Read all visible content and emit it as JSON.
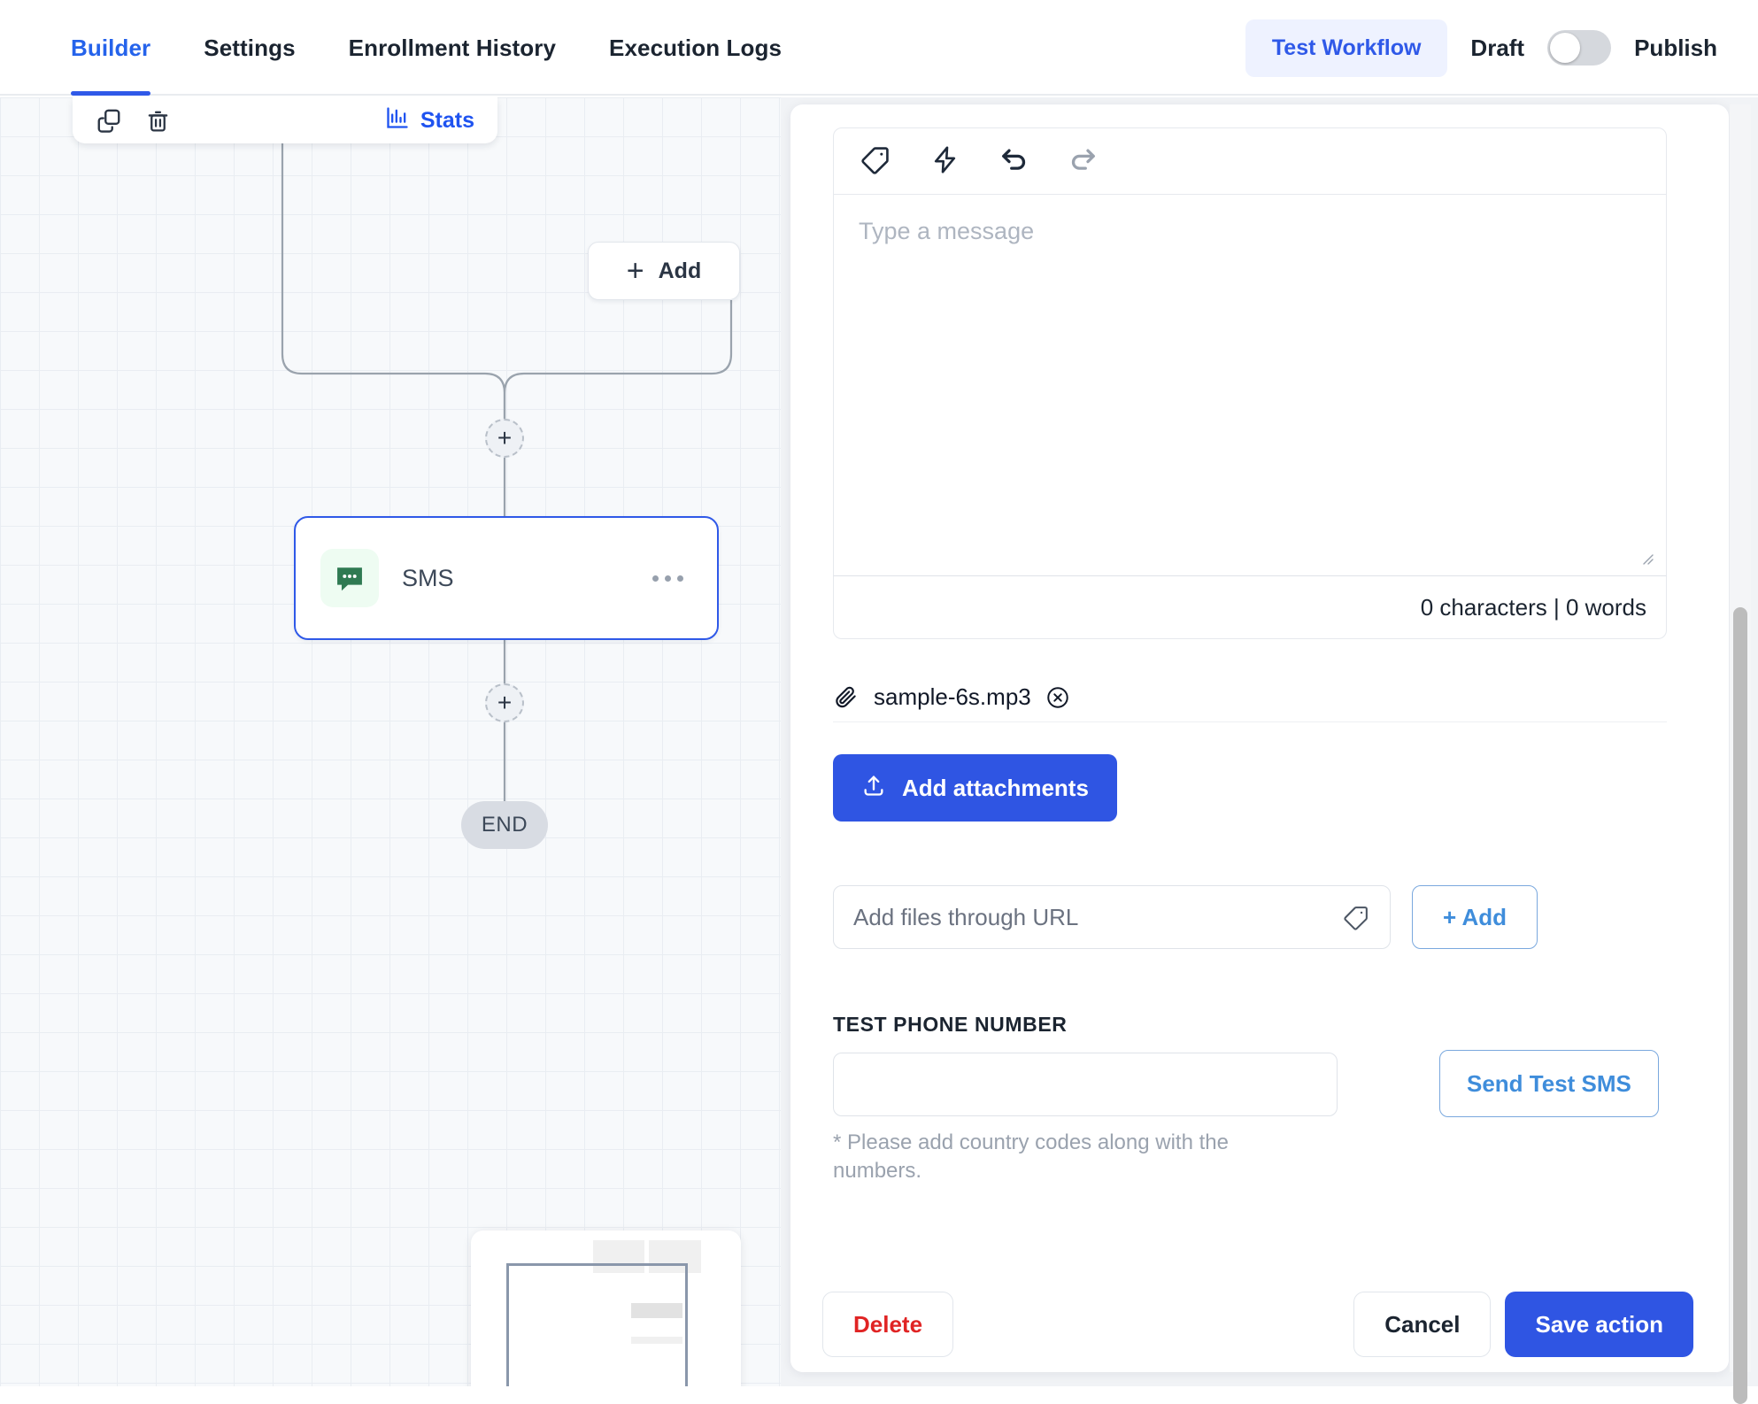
{
  "topbar": {
    "tabs": [
      {
        "label": "Builder",
        "active": true
      },
      {
        "label": "Settings",
        "active": false
      },
      {
        "label": "Enrollment History",
        "active": false
      },
      {
        "label": "Execution Logs",
        "active": false
      }
    ],
    "test_workflow_label": "Test Workflow",
    "draft_label": "Draft",
    "publish_label": "Publish",
    "toggle_state": "draft"
  },
  "canvas": {
    "node_toolbar": {
      "copy_icon": "copy-icon",
      "delete_icon": "trash-icon",
      "stats_label": "Stats",
      "stats_icon": "bar-chart-icon"
    },
    "add_button_label": "Add",
    "plus_handle_glyph": "+",
    "sms_node": {
      "label": "SMS",
      "icon": "sms-chat-bubble-icon",
      "menu_icon": "ellipsis-icon"
    },
    "end_node_label": "END"
  },
  "panel": {
    "editor_toolbar": [
      {
        "name": "tag-icon",
        "label": "tag"
      },
      {
        "name": "lightning-icon",
        "label": "lightning"
      },
      {
        "name": "undo-icon",
        "label": "undo"
      },
      {
        "name": "redo-icon",
        "label": "redo"
      }
    ],
    "message": {
      "value": "",
      "placeholder": "Type a message",
      "counter": "0 characters | 0 words"
    },
    "attachment": {
      "filename": "sample-6s.mp3",
      "clip_icon": "paperclip-icon",
      "remove_icon": "close-circle-icon"
    },
    "add_attachments_label": "Add attachments",
    "url_field": {
      "value": "",
      "placeholder": "Add files through URL",
      "tag_icon": "tag-icon"
    },
    "add_url_label": "+ Add",
    "phone": {
      "label": "TEST PHONE NUMBER",
      "value": "",
      "placeholder": "",
      "hint": "* Please add country codes along with the numbers.",
      "send_label": "Send Test SMS"
    },
    "footer": {
      "delete_label": "Delete",
      "cancel_label": "Cancel",
      "save_label": "Save action"
    }
  },
  "colors": {
    "accent_blue": "#2f55e3",
    "link_blue": "#1f53f0",
    "danger_red": "#e02424",
    "sms_green": "#2f7a52",
    "panel_bg": "#ffffff",
    "canvas_bg": "#f7f9fb"
  }
}
